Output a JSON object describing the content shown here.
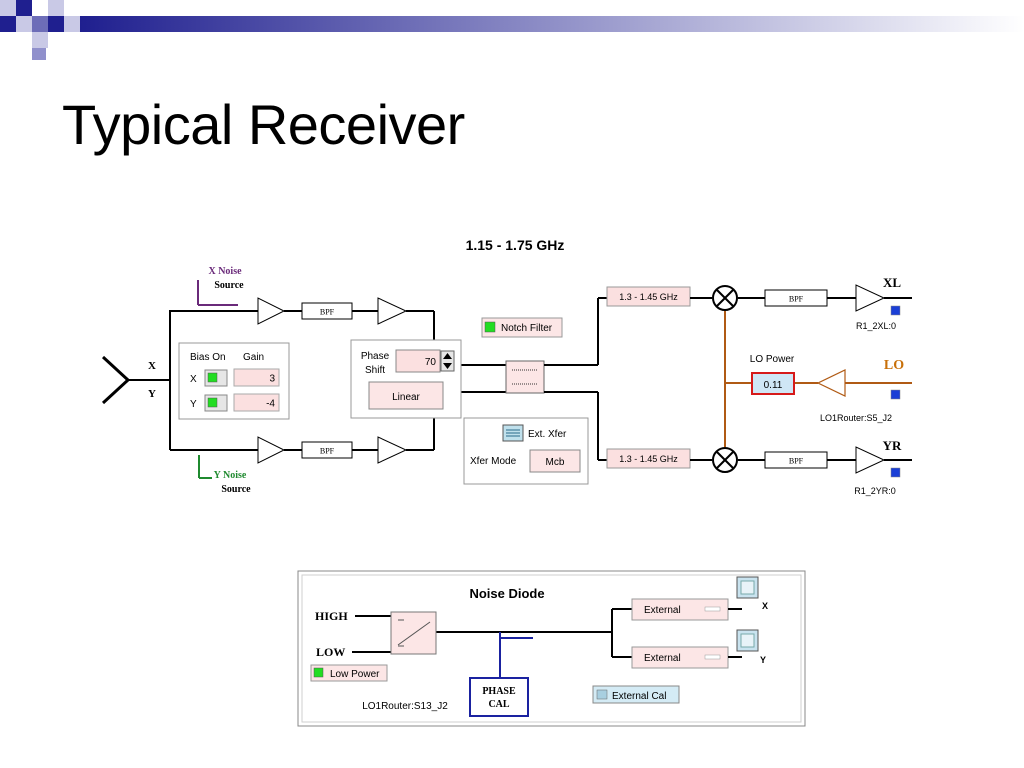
{
  "slide": {
    "title": "Typical Receiver"
  },
  "colors": {
    "corner_dark": "#1f1f8f",
    "corner_mid": "#6d6db8",
    "corner_light": "#c9c9e6",
    "purple": "#6a2a7a",
    "green": "#1f8a2f",
    "lo_brown": "#b05a14",
    "lo_text": "#c8700a",
    "field_pink": "#fbe0e0",
    "btn_pink": "#fce6e6",
    "led_green": "#22dd22",
    "blue_square": "#1b3fd6",
    "red_box": "#d61a1a",
    "lo_value_bg": "#cfe6f5",
    "phase_box": "#1a22a0",
    "ext_cal_bg": "#d4ebf5"
  },
  "receiver": {
    "band_label": "1.15 - 1.75 GHz",
    "x_noise_line1": "X Noise",
    "x_noise_line2": "Source",
    "y_noise_line1": "Y Noise",
    "y_noise_line2": "Source",
    "x_port": "X",
    "y_port": "Y",
    "bpf_label": "BPF",
    "bias": {
      "bias_on_header": "Bias On",
      "gain_header": "Gain",
      "x_label": "X",
      "y_label": "Y",
      "x_gain": "3",
      "y_gain": "-4"
    },
    "phase": {
      "label_line1": "Phase",
      "label_line2": "Shift",
      "value": "70",
      "mode_button": "Linear"
    },
    "notch_filter": "Notch Filter",
    "xfer": {
      "ext_label": "Ext. Xfer",
      "mode_label": "Xfer Mode",
      "mode_value": "Mcb"
    },
    "filter_upper": "1.3 - 1.45 GHz",
    "filter_lower": "1.3 - 1.45 GHz",
    "lo_power_label": "LO Power",
    "lo_power_value": "0.11",
    "xl_label": "XL",
    "lo_label": "LO",
    "yr_label": "YR",
    "xl_id": "R1_2XL:0",
    "lo_id": "LO1Router:S5_J2",
    "yr_id": "R1_2YR:0"
  },
  "noise_diode": {
    "title": "Noise Diode",
    "high_label": "HIGH",
    "low_label": "LOW",
    "low_power": "Low Power",
    "router_id": "LO1Router:S13_J2",
    "phase_cal_line1": "PHASE",
    "phase_cal_line2": "CAL",
    "external_x": "External",
    "external_y": "External",
    "x_label": "X",
    "y_label": "Y",
    "external_cal": "External Cal"
  }
}
